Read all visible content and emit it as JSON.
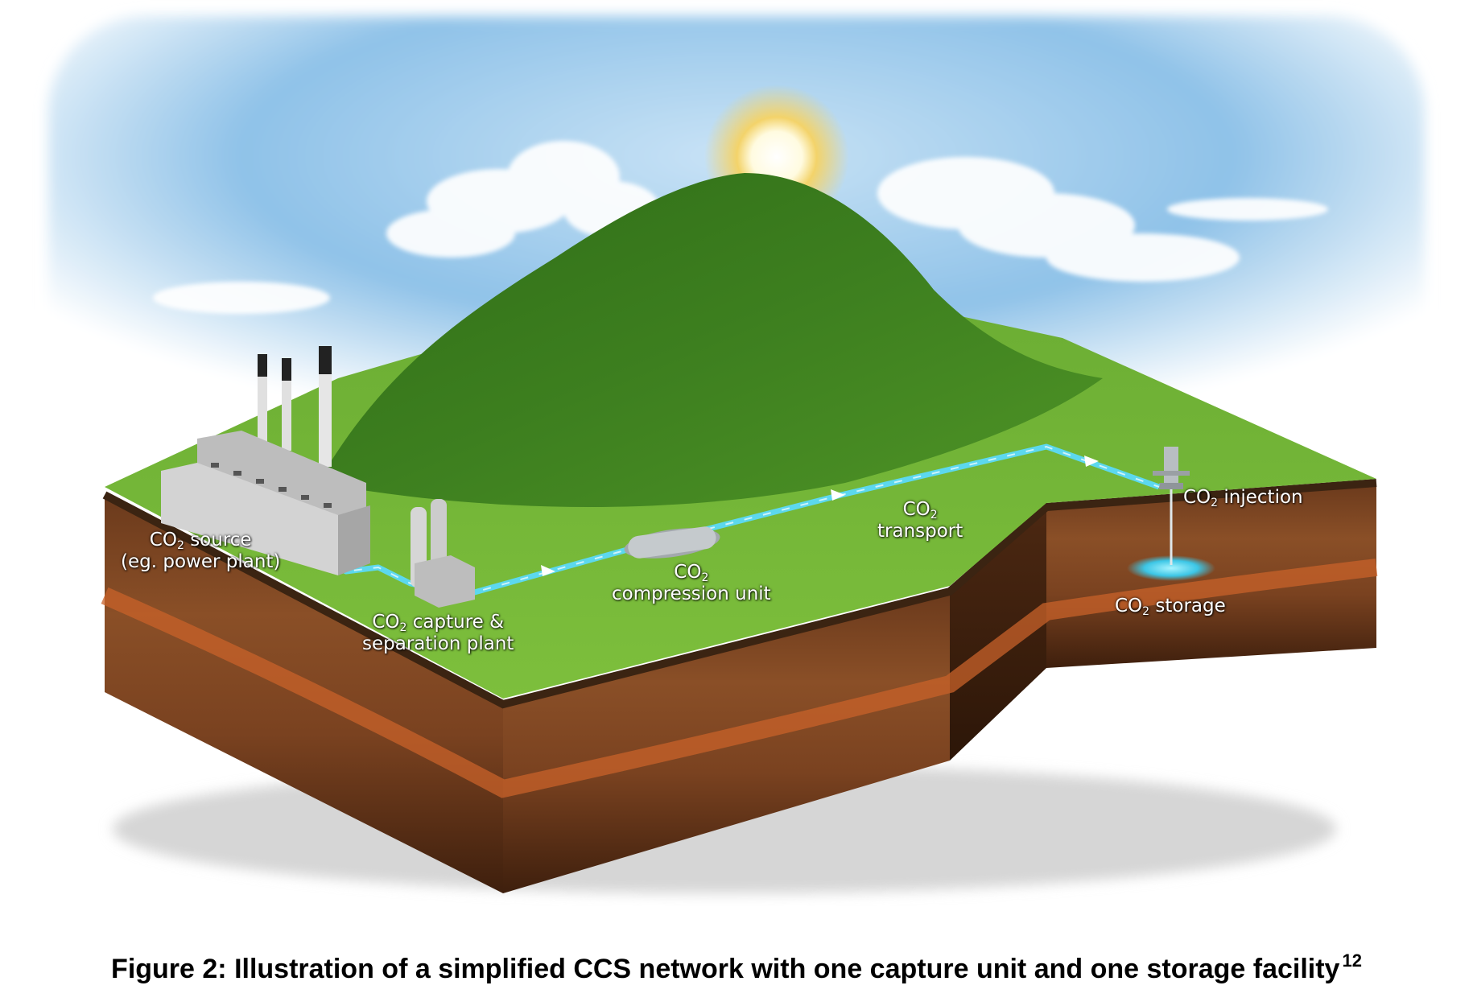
{
  "labels": {
    "source": {
      "line1_pre": "CO",
      "line1_sub": "2",
      "line1_post": " source",
      "line2": "(eg. power plant)"
    },
    "capture": {
      "line1_pre": "CO",
      "line1_sub": "2",
      "line1_post": " capture &",
      "line2": "separation plant"
    },
    "compression": {
      "line1_pre": "CO",
      "line1_sub": "2",
      "line1_post": "",
      "line2": "compression unit"
    },
    "transport": {
      "line1_pre": "CO",
      "line1_sub": "2",
      "line1_post": "",
      "line2": "transport"
    },
    "injection": {
      "line1_pre": "CO",
      "line1_sub": "2",
      "line1_post": " injection"
    },
    "storage": {
      "line1_pre": "CO",
      "line1_sub": "2",
      "line1_post": " storage"
    }
  },
  "caption": {
    "text": "Figure 2: Illustration of a simplified CCS network with one capture unit and one storage facility",
    "ref": "12"
  },
  "colors": {
    "grass": "#5f9e2c",
    "hill": "#3f7f1f",
    "soil": "#7a4523",
    "pipeline": "#5cd8ee",
    "sky": "#9ccbea"
  }
}
